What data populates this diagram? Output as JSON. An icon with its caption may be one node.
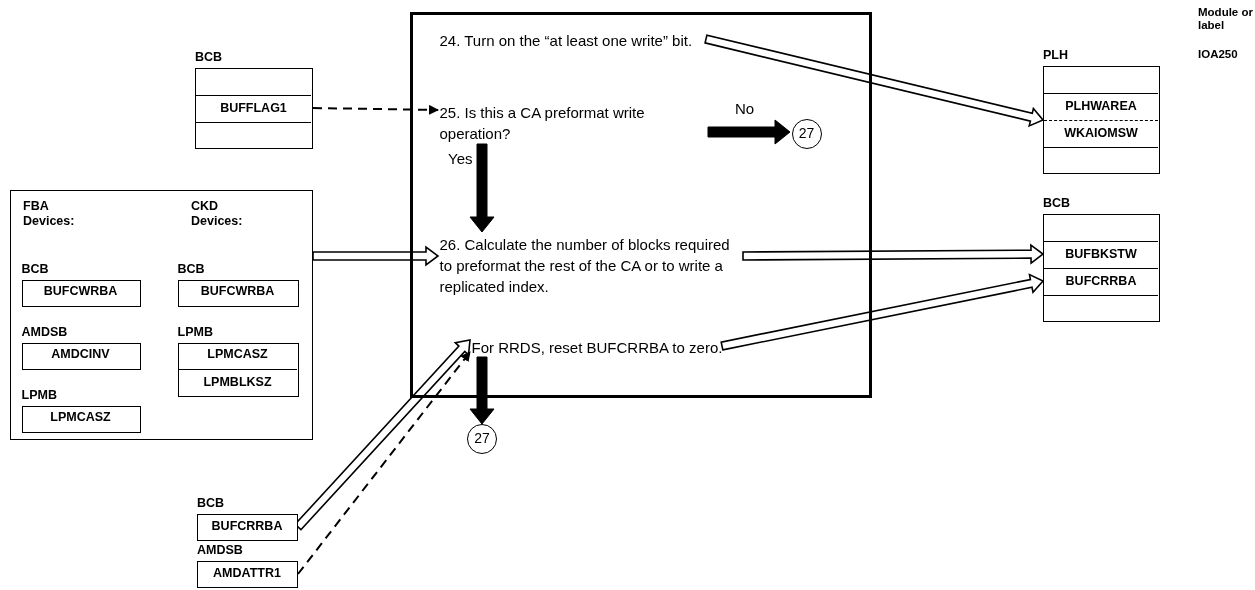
{
  "diagram": {
    "nodes": [
      {
        "text": [],
        "shape": "box"
      },
      {
        "text": [
          "24. Turn on the “at least one write” bit."
        ],
        "in": 0
      },
      {
        "text": [
          "25. Is this a CA preformat write operation?"
        ],
        "in": 0
      },
      {
        "text": [
          "26. Calculate the number of blocks required to preformat the rest of the CA or to write a replicated index."
        ],
        "in": 0
      },
      {
        "text": [
          "For RRDS, reset BUFCRRBA to zero."
        ],
        "in": 0
      },
      {
        "text": [
          "27"
        ],
        "in": 0
      },
      {
        "text": [
          "27"
        ]
      },
      {
        "text": [
          "BCB",
          "BUFFLAG1"
        ]
      },
      {
        "text": [
          "FBA Devices:",
          "CKD Devices:"
        ]
      },
      {
        "text": [
          "BCB",
          "BUFCWRBA"
        ],
        "in": 8
      },
      {
        "text": [
          "AMDSB",
          "AMDCINV"
        ],
        "in": 8
      },
      {
        "text": [
          "LPMB",
          "LPMCASZ"
        ],
        "in": 8
      },
      {
        "text": [
          "BCB",
          "BUFCWRBA"
        ],
        "in": 8
      },
      {
        "text": [
          "LPMB",
          "LPMCASZ",
          "LPMBLKSZ"
        ],
        "in": 8
      },
      {
        "text": [
          "PLH",
          "PLHWAREA",
          "WKAIOMSW"
        ]
      },
      {
        "text": [
          "BCB",
          "BUFBKSTW",
          "BUFCRRBA"
        ]
      },
      {
        "text": [
          "BCB",
          "BUFCRRBA"
        ]
      },
      {
        "text": [
          "AMDSB",
          "AMDATTR1"
        ]
      }
    ],
    "edges": [
      {
        "from": 7,
        "to": 2,
        "arrow": "to",
        "style": "dashed"
      },
      {
        "from": 2,
        "to": 3,
        "arrow": "to",
        "label": "Yes",
        "style": "thick"
      },
      {
        "from": 2,
        "to": 5,
        "arrow": "to",
        "label": "No",
        "style": "thick"
      },
      {
        "from": 4,
        "to": 6,
        "arrow": "to",
        "style": "thick"
      },
      {
        "from": 8,
        "to": 3,
        "arrow": "to"
      },
      {
        "from": 1,
        "to": 14,
        "arrow": "to"
      },
      {
        "from": 3,
        "to": 15,
        "arrow": "to"
      },
      {
        "from": 4,
        "to": 15,
        "arrow": "to"
      },
      {
        "from": 16,
        "to": 4,
        "arrow": "to"
      },
      {
        "from": 17,
        "to": 4,
        "arrow": "to",
        "style": "dashed"
      }
    ],
    "labels": [
      "Module or label",
      "IOA250"
    ]
  }
}
